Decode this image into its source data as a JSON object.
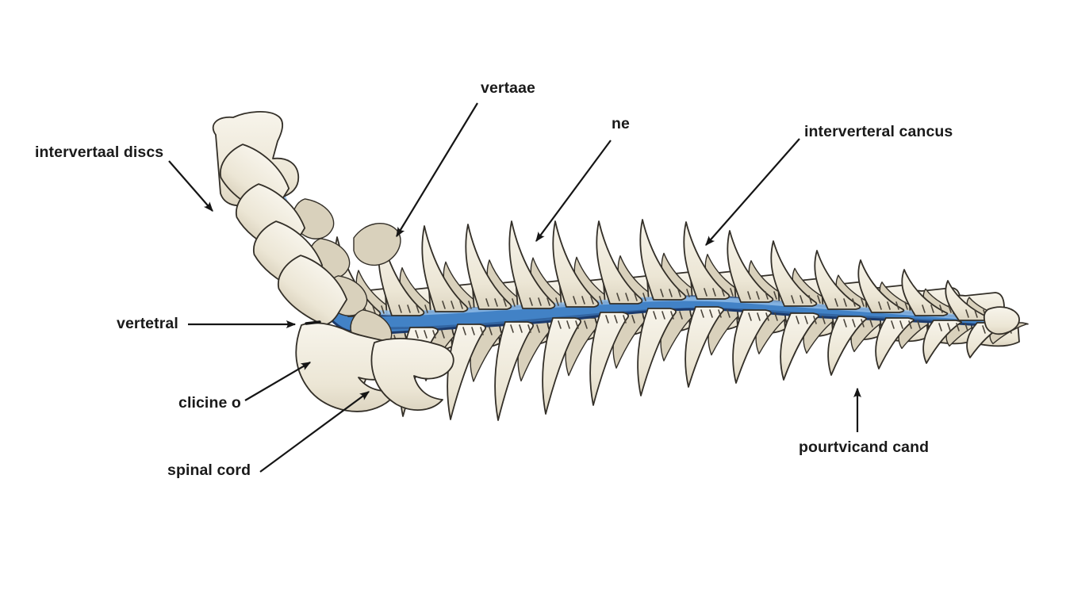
{
  "figure": {
    "labels": [
      "intervertaal discs",
      "vertaae",
      "ne",
      "interverteral cancus",
      "vertetral",
      "clicine o",
      "spinal cord",
      "pourtvicand cand"
    ],
    "colors": {
      "background": "#ffffff",
      "bone": "#f1ede0",
      "bone_shadow": "#d9d1bc",
      "outline": "#332f28",
      "canal_blue": "#4282c6",
      "canal_dark": "#1c3a6b",
      "canal_light": "#8ebbe6",
      "label_text": "#1a1a1a",
      "arrow": "#151515"
    }
  }
}
